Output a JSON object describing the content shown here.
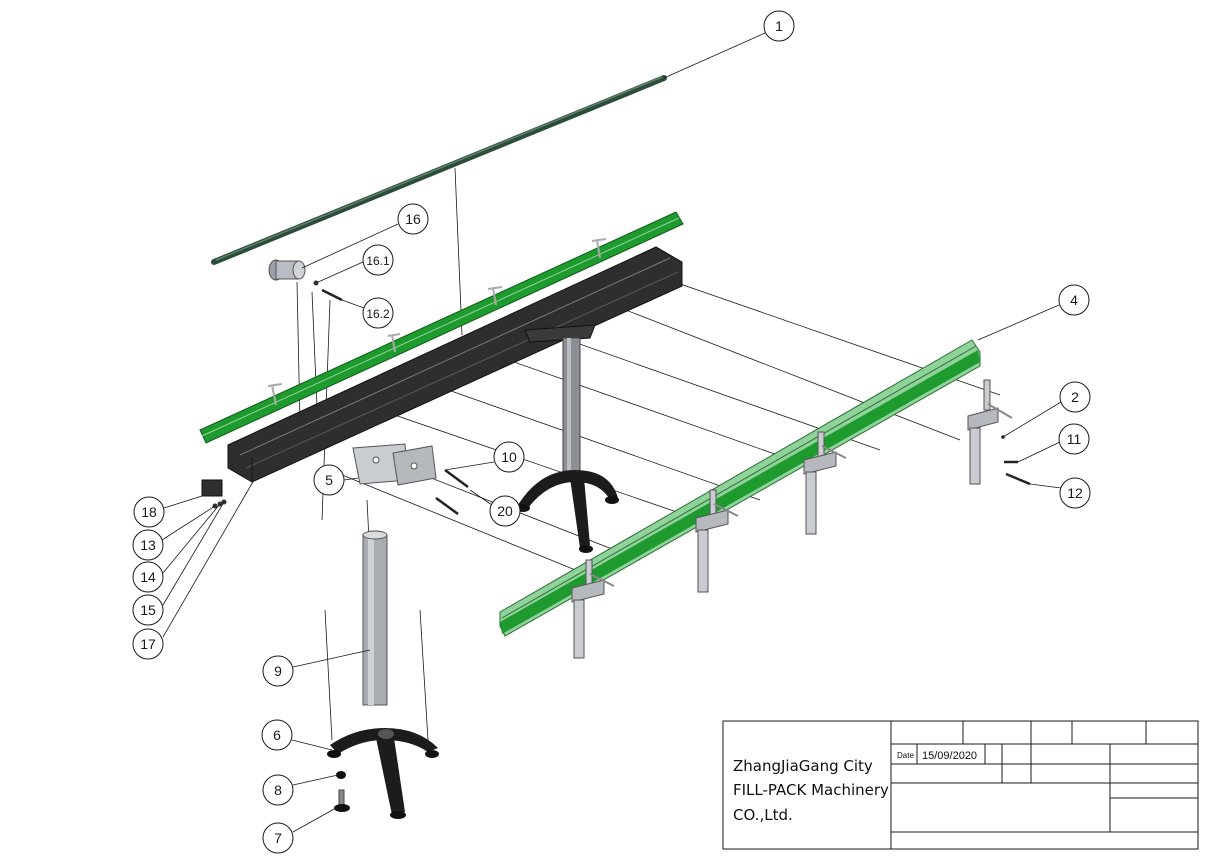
{
  "balloons": [
    {
      "label": "1"
    },
    {
      "label": "16"
    },
    {
      "label": "16.1"
    },
    {
      "label": "16.2"
    },
    {
      "label": "4"
    },
    {
      "label": "2"
    },
    {
      "label": "11"
    },
    {
      "label": "12"
    },
    {
      "label": "10"
    },
    {
      "label": "5"
    },
    {
      "label": "20"
    },
    {
      "label": "18"
    },
    {
      "label": "13"
    },
    {
      "label": "14"
    },
    {
      "label": "15"
    },
    {
      "label": "17"
    },
    {
      "label": "9"
    },
    {
      "label": "6"
    },
    {
      "label": "8"
    },
    {
      "label": "7"
    }
  ],
  "title_block": {
    "company_line1": "ZhangJiaGang City",
    "company_line2": "FILL-PACK Machinery",
    "company_line3": "CO.,Ltd.",
    "date_label": "Date",
    "date_value": "15/09/2020"
  },
  "colors": {
    "green_rail": "#1e9a2e",
    "dark_steel": "#2e2e2e",
    "aluminium": "#b9bcc2",
    "rod": "#2b4d3a"
  }
}
